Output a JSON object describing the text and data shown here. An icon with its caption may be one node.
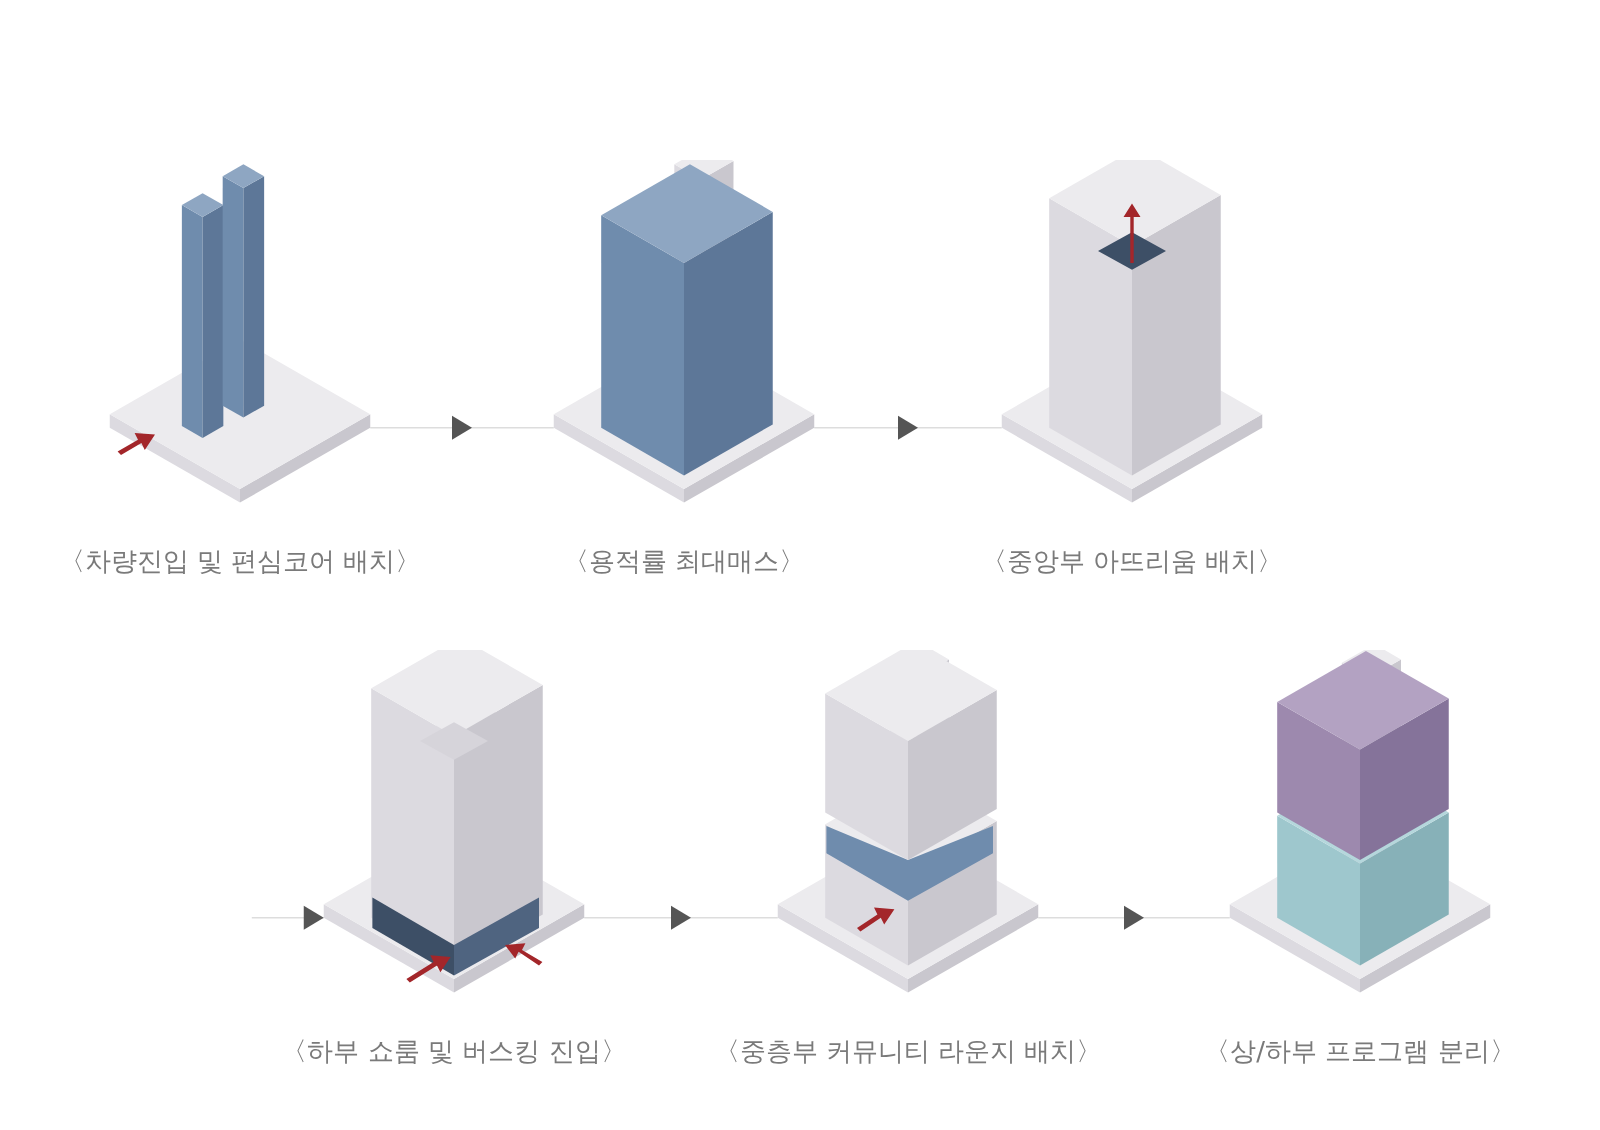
{
  "diagram": {
    "nodes": [
      {
        "text": [
          "〈차량진입 및 편심코어 배치〉"
        ]
      },
      {
        "text": [
          "〈용적률 최대매스〉"
        ]
      },
      {
        "text": [
          "〈중앙부 아뜨리움 배치〉"
        ]
      },
      {
        "text": [
          "〈하부 쇼룸 및 버스킹 진입〉"
        ]
      },
      {
        "text": [
          "〈중층부 커뮤니티 라운지 배치〉"
        ]
      },
      {
        "text": [
          "〈상/하부 프로그램 분리〉"
        ]
      }
    ],
    "edges": [
      {
        "from": 0,
        "to": 1,
        "arrow": "to"
      },
      {
        "from": 1,
        "to": 2,
        "arrow": "to"
      },
      {
        "from": null,
        "to": 3,
        "arrow": "to"
      },
      {
        "from": 3,
        "to": 4,
        "arrow": "to"
      },
      {
        "from": 4,
        "to": 5,
        "arrow": "to"
      }
    ]
  }
}
